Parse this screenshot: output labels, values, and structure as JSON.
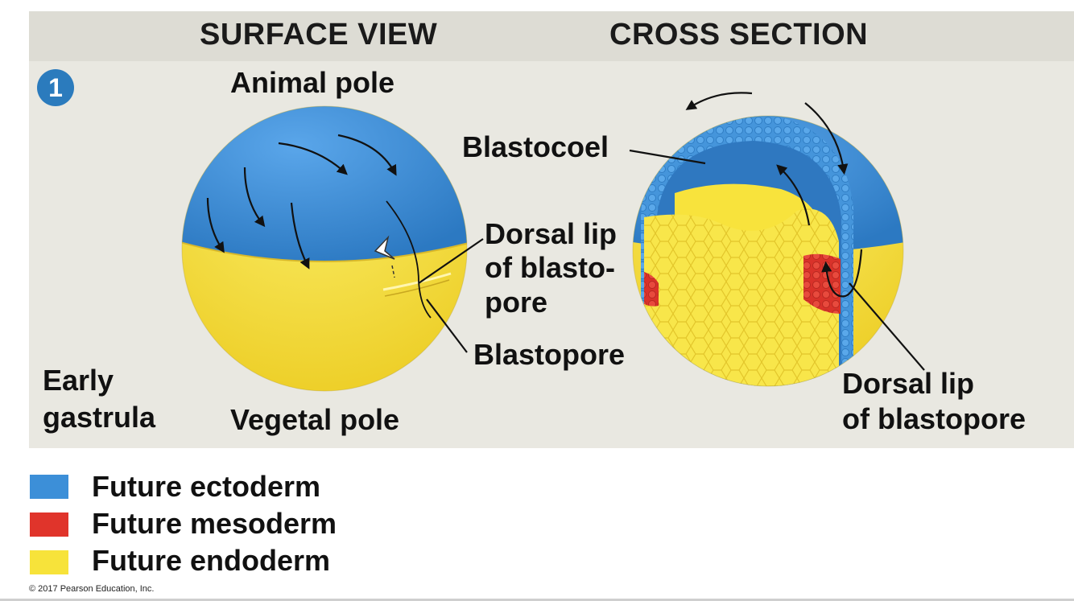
{
  "headers": {
    "surface_view": "SURFACE VIEW",
    "cross_section": "CROSS SECTION"
  },
  "step_number": "1",
  "labels": {
    "animal_pole": "Animal pole",
    "vegetal_pole": "Vegetal pole",
    "stage_line1": "Early",
    "stage_line2": "gastrula",
    "blastocoel": "Blastocoel",
    "dorsal_lip_left_line1": "Dorsal lip",
    "dorsal_lip_left_line2": "of blasto-",
    "dorsal_lip_left_line3": "pore",
    "blastopore": "Blastopore",
    "dorsal_lip_right_line1": "Dorsal lip",
    "dorsal_lip_right_line2": "of blastopore"
  },
  "legend": [
    {
      "label": "Future ectoderm",
      "color": "#3c8fd8"
    },
    {
      "label": "Future mesoderm",
      "color": "#e0342b"
    },
    {
      "label": "Future endoderm",
      "color": "#f7e33a"
    }
  ],
  "copyright": "© 2017 Pearson Education, Inc."
}
